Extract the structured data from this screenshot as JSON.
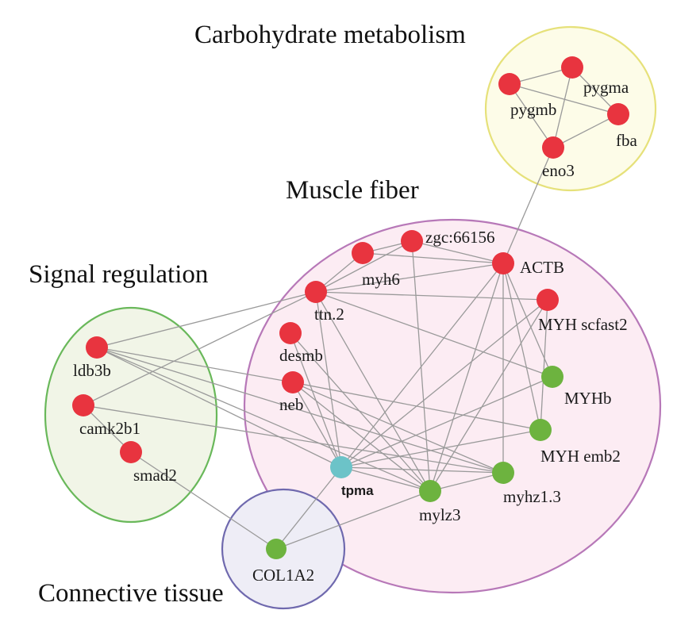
{
  "colors": {
    "up_regulated": "#e8343f",
    "down_regulated": "#6db33f",
    "hub": "#6cc3c8",
    "edge": "#9a9a9a"
  },
  "groups": [
    {
      "id": "carb",
      "title": "Carbohydrate metabolism",
      "fill": "#fdfce8",
      "stroke": "#e6e17a"
    },
    {
      "id": "muscle",
      "title": "Muscle fiber",
      "fill": "#fcecf3",
      "stroke": "#b778b8"
    },
    {
      "id": "signal",
      "title": "Signal regulation",
      "fill": "#f1f5e7",
      "stroke": "#69b85a"
    },
    {
      "id": "conn",
      "title": "Connective tissue",
      "fill": "#eeedf6",
      "stroke": "#6f69ae"
    }
  ],
  "nodes": [
    {
      "id": "n1",
      "label": "pygmb",
      "color": "red"
    },
    {
      "id": "n2",
      "label": "",
      "color": "red"
    },
    {
      "id": "n3",
      "label": "pygma",
      "color": "red"
    },
    {
      "id": "n4",
      "label": "fba",
      "color": "red"
    },
    {
      "id": "n5",
      "label": "eno3",
      "color": "red"
    },
    {
      "id": "n6",
      "label": "zgc:66156",
      "color": "red"
    },
    {
      "id": "n7",
      "label": "myh6",
      "color": "red"
    },
    {
      "id": "n8",
      "label": "ACTB",
      "color": "red"
    },
    {
      "id": "n9",
      "label": "ttn.2",
      "color": "red"
    },
    {
      "id": "n10",
      "label": "MYH scfast2",
      "color": "red"
    },
    {
      "id": "n11",
      "label": "desmb",
      "color": "red"
    },
    {
      "id": "n12",
      "label": "neb",
      "color": "red"
    },
    {
      "id": "n13",
      "label": "MYHb",
      "color": "green"
    },
    {
      "id": "n14",
      "label": "MYH emb2",
      "color": "green"
    },
    {
      "id": "n15",
      "label": "myhz1.3",
      "color": "green"
    },
    {
      "id": "n16",
      "label": "mylz3",
      "color": "green"
    },
    {
      "id": "n17",
      "label": "tpma",
      "color": "cyan"
    },
    {
      "id": "n18",
      "label": "ldb3b",
      "color": "red"
    },
    {
      "id": "n19",
      "label": "camk2b1",
      "color": "red"
    },
    {
      "id": "n20",
      "label": "smad2",
      "color": "red"
    },
    {
      "id": "n21",
      "label": "COL1A2",
      "color": "green"
    }
  ],
  "edges": [
    [
      "n1",
      "n2"
    ],
    [
      "n1",
      "n5"
    ],
    [
      "n1",
      "n4"
    ],
    [
      "n2",
      "n4"
    ],
    [
      "n2",
      "n5"
    ],
    [
      "n4",
      "n5"
    ],
    [
      "n5",
      "n8"
    ],
    [
      "n7",
      "n6"
    ],
    [
      "n7",
      "n8"
    ],
    [
      "n7",
      "n9"
    ],
    [
      "n6",
      "n8"
    ],
    [
      "n6",
      "n9"
    ],
    [
      "n6",
      "n16"
    ],
    [
      "n9",
      "n8"
    ],
    [
      "n9",
      "n10"
    ],
    [
      "n9",
      "n13"
    ],
    [
      "n9",
      "n16"
    ],
    [
      "n9",
      "n17"
    ],
    [
      "n9",
      "n18"
    ],
    [
      "n9",
      "n19"
    ],
    [
      "n8",
      "n17"
    ],
    [
      "n8",
      "n16"
    ],
    [
      "n8",
      "n15"
    ],
    [
      "n8",
      "n14"
    ],
    [
      "n8",
      "n13"
    ],
    [
      "n10",
      "n17"
    ],
    [
      "n10",
      "n16"
    ],
    [
      "n10",
      "n14"
    ],
    [
      "n11",
      "n17"
    ],
    [
      "n11",
      "n16"
    ],
    [
      "n12",
      "n17"
    ],
    [
      "n12",
      "n16"
    ],
    [
      "n12",
      "n15"
    ],
    [
      "n12",
      "n14"
    ],
    [
      "n18",
      "n12"
    ],
    [
      "n18",
      "n17"
    ],
    [
      "n18",
      "n16"
    ],
    [
      "n18",
      "n15"
    ],
    [
      "n19",
      "n20"
    ],
    [
      "n19",
      "n15"
    ],
    [
      "n20",
      "n21"
    ],
    [
      "n17",
      "n16"
    ],
    [
      "n17",
      "n15"
    ],
    [
      "n17",
      "n14"
    ],
    [
      "n17",
      "n13"
    ],
    [
      "n17",
      "n21"
    ],
    [
      "n16",
      "n21"
    ],
    [
      "n16",
      "n15"
    ]
  ]
}
